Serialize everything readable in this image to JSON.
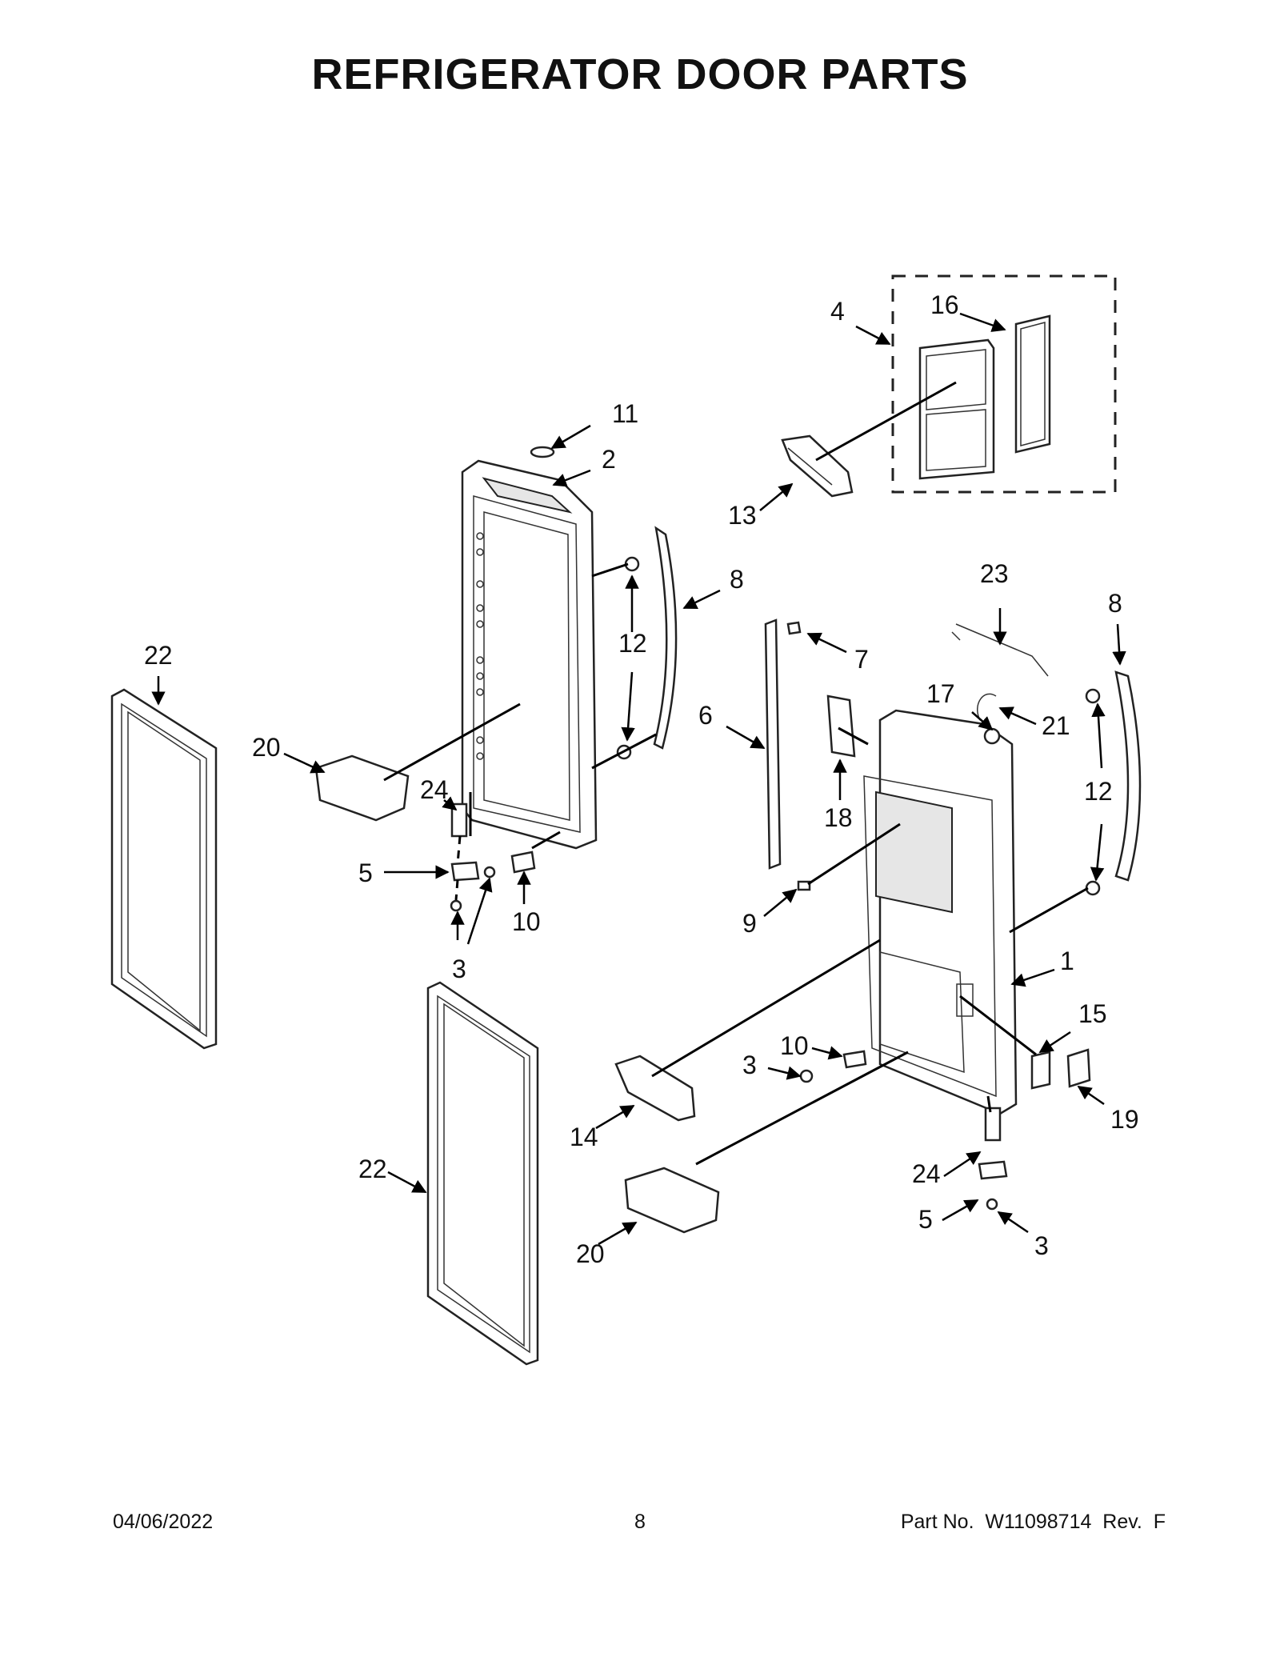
{
  "title": "REFRIGERATOR DOOR PARTS",
  "callouts": {
    "c1": "1",
    "c2": "2",
    "c3a": "3",
    "c3b": "3",
    "c3c": "3",
    "c4": "4",
    "c5a": "5",
    "c5b": "5",
    "c6": "6",
    "c7": "7",
    "c8a": "8",
    "c8b": "8",
    "c9": "9",
    "c10a": "10",
    "c10b": "10",
    "c11": "11",
    "c12a": "12",
    "c12b": "12",
    "c13": "13",
    "c14": "14",
    "c15": "15",
    "c16": "16",
    "c17": "17",
    "c18": "18",
    "c19": "19",
    "c20a": "20",
    "c20b": "20",
    "c21": "21",
    "c22a": "22",
    "c22b": "22",
    "c23": "23",
    "c24a": "24",
    "c24b": "24"
  },
  "footer": {
    "date": "04/06/2022",
    "page": "8",
    "part": "Part No.  W11098714  Rev.  F"
  }
}
